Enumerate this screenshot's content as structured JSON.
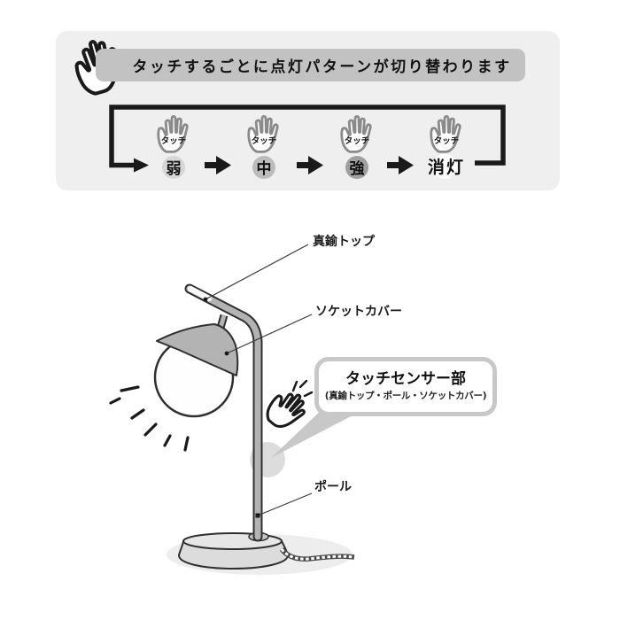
{
  "header": {
    "text": "タッチするごとに点灯パターンが切り替わります"
  },
  "cycle": {
    "touch_badge": "タッチ",
    "steps": [
      {
        "label": "弱",
        "circle_color": "#d6d6d6"
      },
      {
        "label": "中",
        "circle_color": "#bcbcbc"
      },
      {
        "label": "強",
        "circle_color": "#a0a0a0"
      },
      {
        "label": "消灯",
        "circle_color": "#ffffff"
      }
    ]
  },
  "lamp": {
    "labels": {
      "brass_top": "真鍮トップ",
      "socket_cover": "ソケットカバー",
      "pole": "ポール"
    },
    "callout": {
      "title": "タッチセンサー部",
      "subtitle": "(真鍮トップ・ポール・ソケットカバー)"
    }
  },
  "colors": {
    "panel_bg": "#efefef",
    "title_bar_bg": "#c2c2c2",
    "line_black": "#1a1a1a",
    "metal_gray": "#b3b3b3",
    "callout_border": "#c8c8c8",
    "touch_highlight": "#dcdcdc"
  }
}
